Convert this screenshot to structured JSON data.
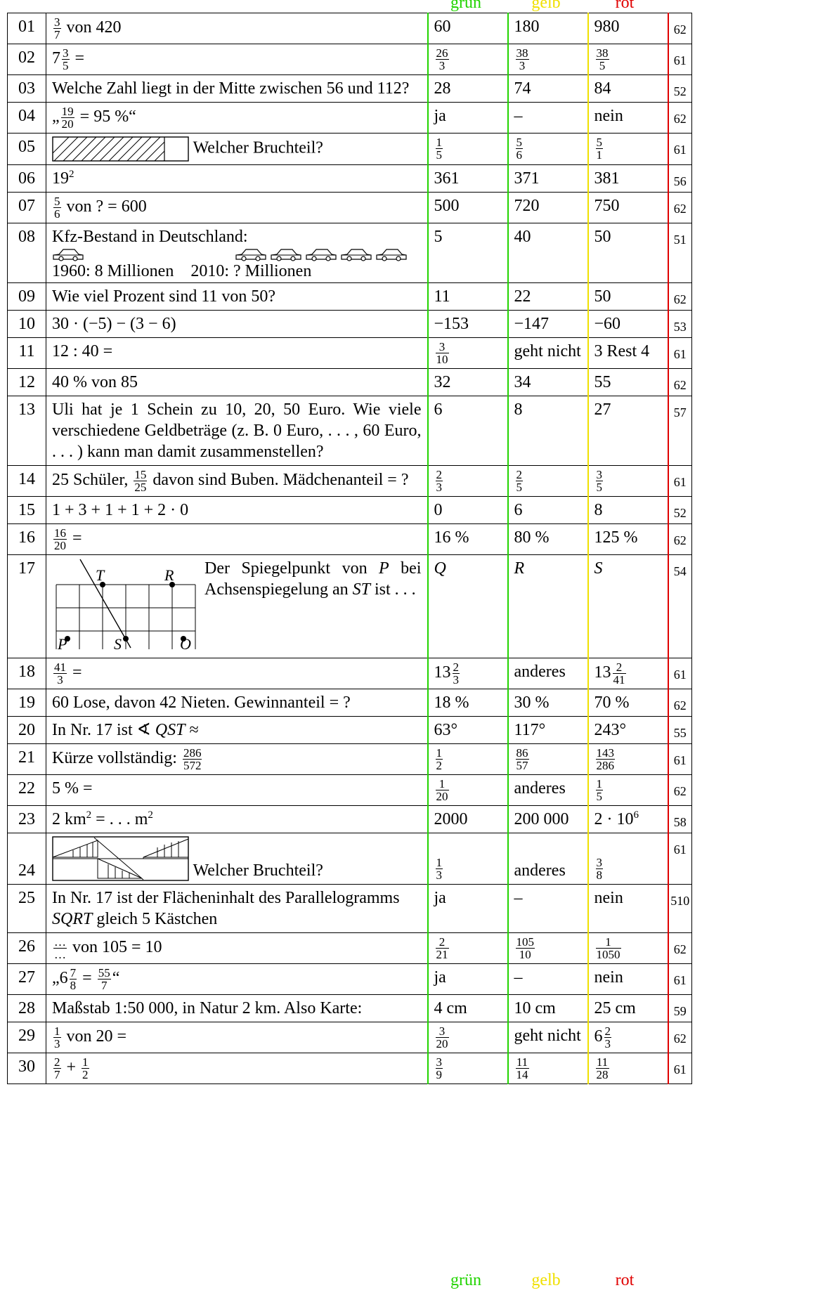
{
  "columns": {
    "green": "grün",
    "yellow": "gelb",
    "red": "rot"
  },
  "rows": [
    {
      "nr": "01",
      "q": "3/7 von 420",
      "g": "60",
      "y": "180",
      "r": "980",
      "p": "62"
    },
    {
      "nr": "02",
      "q": "7 3/5 =",
      "g": "26/3",
      "y": "38/3",
      "r": "38/5",
      "p": "61"
    },
    {
      "nr": "03",
      "q": "Welche Zahl liegt in der Mitte zwischen 56 und 112?",
      "g": "28",
      "y": "74",
      "r": "84",
      "p": "52"
    },
    {
      "nr": "04",
      "q": "„19/20 = 95 %“",
      "g": "ja",
      "y": "–",
      "r": "nein",
      "p": "62"
    },
    {
      "nr": "05",
      "q": "Welcher Bruchteil?",
      "g": "1/5",
      "y": "5/6",
      "r": "5/1",
      "p": "61"
    },
    {
      "nr": "06",
      "q": "19²",
      "g": "361",
      "y": "371",
      "r": "381",
      "p": "56"
    },
    {
      "nr": "07",
      "q": "5/6 von ? = 600",
      "g": "500",
      "y": "720",
      "r": "750",
      "p": "62"
    },
    {
      "nr": "08",
      "q": "Kfz-Bestand in Deutschland:",
      "q2": "1960: 8 Millionen",
      "q3": "2010: ? Millionen",
      "g": "5",
      "y": "40",
      "r": "50",
      "p": "51"
    },
    {
      "nr": "09",
      "q": "Wie viel Prozent sind 11 von 50?",
      "g": "11",
      "y": "22",
      "r": "50",
      "p": "62"
    },
    {
      "nr": "10",
      "q": "30 · (−5) − (3 − 6)",
      "g": "−153",
      "y": "−147",
      "r": "−60",
      "p": "53"
    },
    {
      "nr": "11",
      "q": "12 : 40 =",
      "g": "3/10",
      "y": "geht nicht",
      "r": "3 Rest 4",
      "p": "61"
    },
    {
      "nr": "12",
      "q": "40 % von 85",
      "g": "32",
      "y": "34",
      "r": "55",
      "p": "62"
    },
    {
      "nr": "13",
      "q": "Uli hat je 1 Schein zu 10, 20, 50 Euro. Wie viele verschiedene Geldbeträge (z. B. 0 Euro, . . . , 60 Euro, . . . ) kann man damit zusammenstellen?",
      "g": "6",
      "y": "8",
      "r": "27",
      "p": "57"
    },
    {
      "nr": "14",
      "q": "25 Schüler, 15/25 davon sind Buben. Mädchenanteil = ?",
      "g": "2/3",
      "y": "2/5",
      "r": "3/5",
      "p": "61"
    },
    {
      "nr": "15",
      "q": "1 + 3 + 1 + 1 + 2 · 0",
      "g": "0",
      "y": "6",
      "r": "8",
      "p": "52"
    },
    {
      "nr": "16",
      "q": "16/20 =",
      "g": "16 %",
      "y": "80 %",
      "r": "125 %",
      "p": "62"
    },
    {
      "nr": "17",
      "q": "Der Spiegelpunkt von P bei Achsenspiegelung an ST ist . . .",
      "g": "Q",
      "y": "R",
      "r": "S",
      "p": "54"
    },
    {
      "nr": "18",
      "q": "41/3 =",
      "g": "13 2/3",
      "y": "anderes",
      "r": "13 2/41",
      "p": "61"
    },
    {
      "nr": "19",
      "q": "60 Lose, davon 42 Nieten. Gewinnanteil = ?",
      "g": "18 %",
      "y": "30 %",
      "r": "70 %",
      "p": "62"
    },
    {
      "nr": "20",
      "q": "In Nr. 17 ist ∢ QST ≈",
      "g": "63°",
      "y": "117°",
      "r": "243°",
      "p": "55"
    },
    {
      "nr": "21",
      "q": "Kürze vollständig: 286/572",
      "g": "1/2",
      "y": "86/57",
      "r": "143/286",
      "p": "61"
    },
    {
      "nr": "22",
      "q": "5 % =",
      "g": "1/20",
      "y": "anderes",
      "r": "1/5",
      "p": "62"
    },
    {
      "nr": "23",
      "q": "2 km² = . . . m²",
      "g": "2000",
      "y": "200 000",
      "r": "2 · 10⁶",
      "p": "58"
    },
    {
      "nr": "24",
      "q": "Welcher Bruchteil?",
      "g": "1/3",
      "y": "anderes",
      "r": "3/8",
      "p": "61"
    },
    {
      "nr": "25",
      "q": "In Nr. 17 ist der Flächeninhalt des Parallelogramms SQRT gleich 5 Kästchen",
      "g": "ja",
      "y": "–",
      "r": "nein",
      "p": "510"
    },
    {
      "nr": "26",
      "q": "…/… von 105 = 10",
      "g": "2/21",
      "y": "105/10",
      "r": "1/1050",
      "p": "62"
    },
    {
      "nr": "27",
      "q": "„6 7/8 = 55/7“",
      "g": "ja",
      "y": "–",
      "r": "nein",
      "p": "61"
    },
    {
      "nr": "28",
      "q": "Maßstab 1:50 000, in Natur 2 km. Also Karte:",
      "g": "4 cm",
      "y": "10 cm",
      "r": "25 cm",
      "p": "59"
    },
    {
      "nr": "29",
      "q": "1/3 von 20 =",
      "g": "3/20",
      "y": "geht nicht",
      "r": "6 2/3",
      "p": "62"
    },
    {
      "nr": "30",
      "q": "2/7 + 1/2",
      "g": "3/9",
      "y": "11/14",
      "r": "11/28",
      "p": "61"
    }
  ],
  "fig17_labels": {
    "T": "T",
    "R": "R",
    "P": "P",
    "S": "S",
    "Q": "Q"
  },
  "colors": {
    "green": "#22d400",
    "yellow": "#f0e000",
    "red": "#e00000"
  }
}
